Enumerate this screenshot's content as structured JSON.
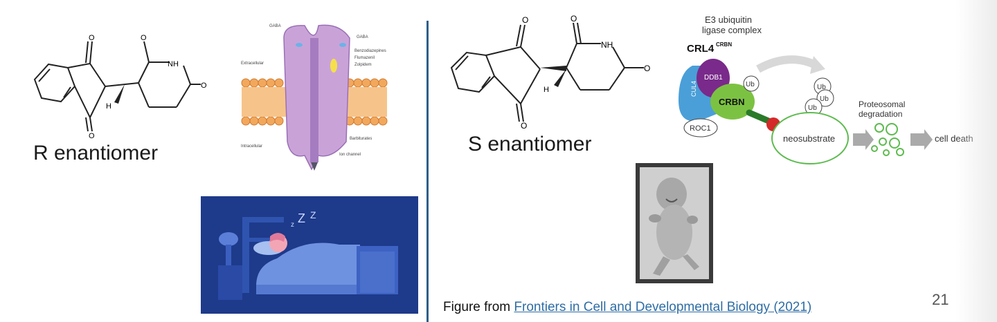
{
  "left": {
    "r_label": "R enantiomer",
    "receptor_labels": [
      "GABA",
      "GABA",
      "Benzodiazepines",
      "Flumazenil",
      "Zolpidem",
      "Extracellular",
      "Barbiturates",
      "Intracellular",
      "Ion channel"
    ]
  },
  "right": {
    "s_label": "S enantiomer",
    "pathway": {
      "e3_title": "E3 ubiquitin\nligase complex",
      "crl4": "CRL4",
      "crl4_sup": "CRBN",
      "cul4": "CUL4",
      "ddb1": "DDB1",
      "crbn": "CRBN",
      "roc1": "ROC1",
      "ub": "Ub",
      "neosubstrate": "neosubstrate",
      "proteosomal": "Proteosomal\ndegradation",
      "cell_death": "cell death"
    }
  },
  "caption": {
    "prefix": "Figure from ",
    "link": "Frontiers in Cell and Developmental Biology (2021)"
  },
  "page_number": "21",
  "colors": {
    "divider": "#2e5f8a",
    "link": "#2e6da4",
    "cul4": "#4a9fd8",
    "ddb1": "#7a2a8a",
    "crbn": "#7cc242",
    "neosubstrate_ring": "#5dbb4f"
  }
}
